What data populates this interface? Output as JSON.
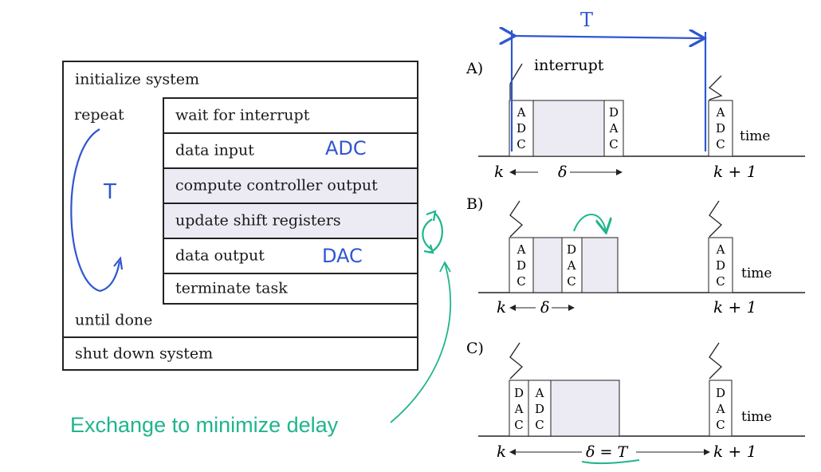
{
  "loop": {
    "initialize": "initialize system",
    "repeat": "repeat",
    "until": "until done",
    "shutdown": "shut down system",
    "tasks": [
      {
        "label": "wait for interrupt",
        "shaded": false
      },
      {
        "label": "data input",
        "shaded": false
      },
      {
        "label": "compute controller output",
        "shaded": true
      },
      {
        "label": "update shift registers",
        "shaded": true
      },
      {
        "label": "data output",
        "shaded": false
      },
      {
        "label": "terminate task",
        "shaded": false
      }
    ]
  },
  "annotations": {
    "period": "T",
    "adc": "ADC",
    "dac": "DAC",
    "exchange": "Exchange to minimize delay"
  },
  "timing": {
    "a_label": "A)",
    "b_label": "B)",
    "c_label": "C)",
    "interrupt": "interrupt",
    "time": "time",
    "k": "k",
    "k1": "k + 1",
    "delta": "δ",
    "delta_eq": "δ = T",
    "adc_letters": [
      "A",
      "D",
      "C"
    ],
    "dac_letters": [
      "D",
      "A",
      "C"
    ]
  },
  "colors": {
    "blue_ink": "#2f56d1",
    "green_ink": "#1fb58c",
    "shade": "#eceaf3"
  }
}
